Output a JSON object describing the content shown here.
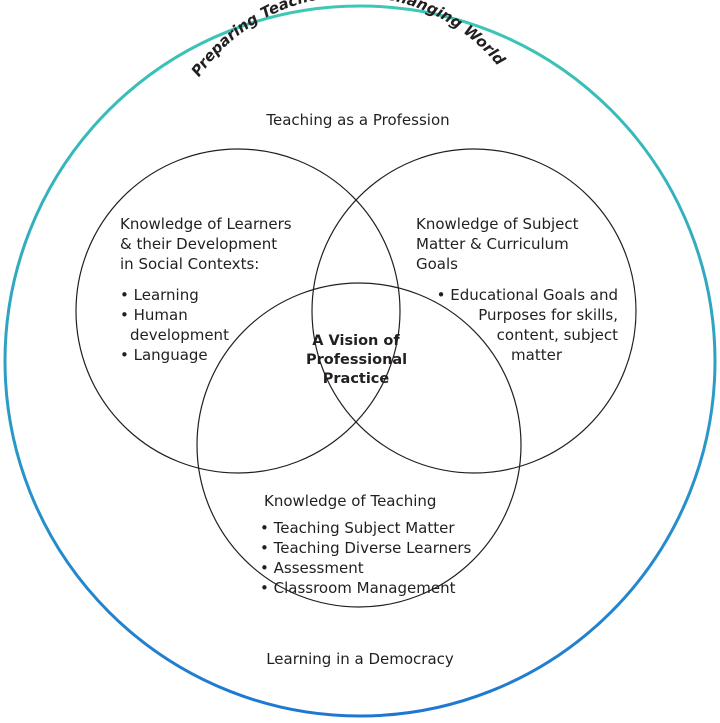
{
  "title": "Preparing Teachers for a Changing World",
  "outer_top": "Teaching as a Profession",
  "outer_bottom": "Learning in a Democracy",
  "center": [
    "A Vision of",
    "Professional",
    "Practice"
  ],
  "learners": {
    "heading": [
      "Knowledge of Learners",
      "& their Development",
      "in Social Contexts:"
    ],
    "bullets": [
      "Learning",
      "Human",
      "development",
      "Language"
    ]
  },
  "subject": {
    "heading": [
      "Knowledge of Subject",
      "Matter & Curriculum",
      "Goals"
    ],
    "bullet_lines": [
      "• Educational Goals and",
      "Purposes for skills,",
      "content, subject",
      "matter"
    ]
  },
  "teaching": {
    "heading": "Knowledge of Teaching",
    "bullets": [
      "Teaching Subject Matter",
      "Teaching Diverse Learners",
      "Assessment",
      "Classroom Management"
    ]
  },
  "colors": {
    "ring_top": "#3cc8b4",
    "ring_bottom": "#1e78d2",
    "ink": "#231f20"
  }
}
